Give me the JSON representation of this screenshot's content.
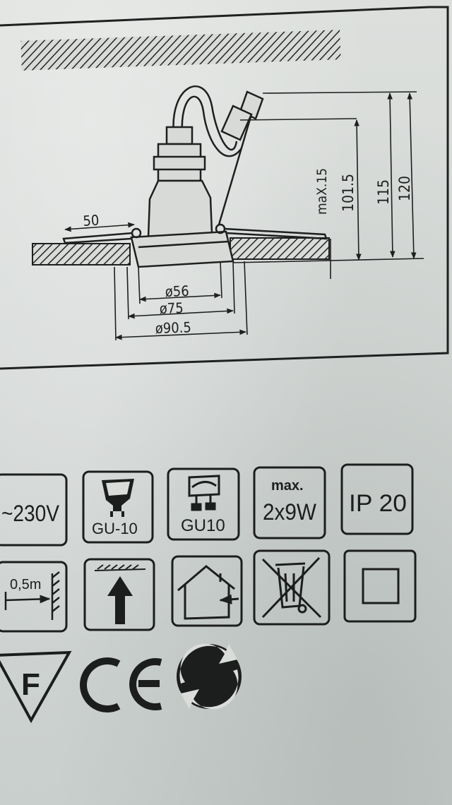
{
  "diagram": {
    "dimensions": {
      "top_width": "50",
      "max_depth": "maX.15",
      "height_1": "101.5",
      "height_2": "115",
      "height_3": "120",
      "diameter_inner": "ø56",
      "diameter_mid": "ø75",
      "diameter_outer": "ø90.5"
    }
  },
  "icons": {
    "row1": {
      "voltage": "~230V",
      "socket1": "GU-10",
      "socket2": "GU10",
      "power_max": "max.",
      "power_value": "2x9W",
      "ip_rating": "IP 20"
    },
    "row2": {
      "distance": "0,5m",
      "icon_names": [
        "distance-to-object-icon",
        "ceiling-mount-icon",
        "indoor-use-icon",
        "weee-bin-icon",
        "class-ii-icon"
      ]
    },
    "row3": {
      "mark_f": "F",
      "icon_names": [
        "f-mark-icon",
        "ce-mark-icon",
        "green-dot-icon"
      ]
    }
  },
  "colors": {
    "ink": "#1e2020",
    "paper": "#d9dcd9"
  }
}
